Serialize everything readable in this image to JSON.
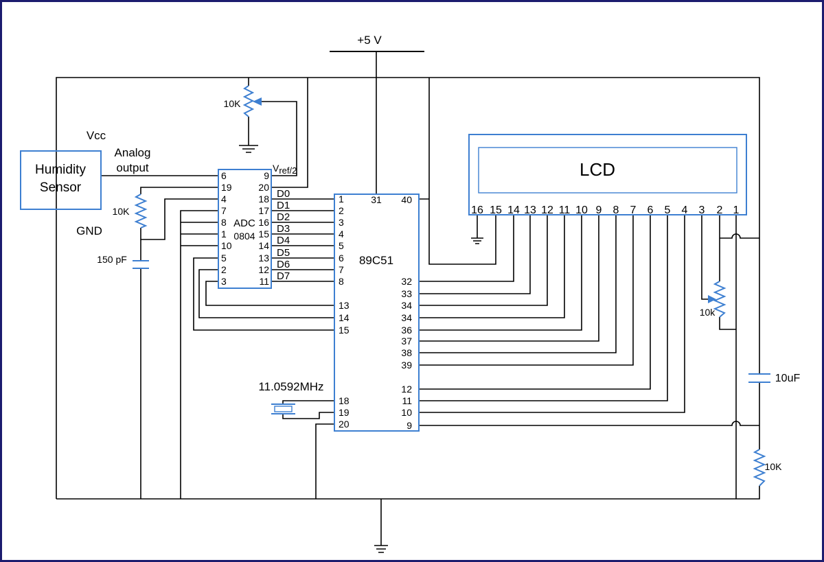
{
  "supply": {
    "label": "+5 V"
  },
  "pot_vref": {
    "label": "10K"
  },
  "sensor": {
    "name_line1": "Humidity",
    "name_line2": "Sensor",
    "vcc_label": "Vcc",
    "output_line1": "Analog",
    "output_line2": "output",
    "gnd_label": "GND"
  },
  "clock_resistor": {
    "label": "10K"
  },
  "clock_capacitor": {
    "label": "150 pF"
  },
  "adc": {
    "name": "ADC",
    "part": "0804",
    "left_pins": [
      "6",
      "19",
      "4",
      "7",
      "8",
      "1",
      "10",
      "5",
      "2",
      "3"
    ],
    "right_pins": [
      "9",
      "20",
      "18",
      "17",
      "16",
      "15",
      "14",
      "13",
      "12",
      "11"
    ],
    "vref_main": "V",
    "vref_sub": "ref/2",
    "data_lines": [
      "D0",
      "D1",
      "D2",
      "D3",
      "D4",
      "D5",
      "D6",
      "D7"
    ]
  },
  "mcu": {
    "name": "89C51",
    "top_pins": [
      "31",
      "40"
    ],
    "left_pins": [
      "1",
      "2",
      "3",
      "4",
      "5",
      "6",
      "7",
      "8",
      "13",
      "14",
      "15",
      "18",
      "19",
      "20"
    ],
    "right_pins": [
      "32",
      "33",
      "34",
      "34",
      "36",
      "37",
      "38",
      "39",
      "12",
      "11",
      "10",
      "9"
    ]
  },
  "crystal": {
    "label": "11.0592MHz"
  },
  "lcd": {
    "label": "LCD",
    "pins": [
      "16",
      "15",
      "14",
      "13",
      "12",
      "11",
      "10",
      "9",
      "8",
      "7",
      "6",
      "5",
      "4",
      "3",
      "2",
      "1"
    ]
  },
  "contrast_pot": {
    "label": "10k"
  },
  "reset_capacitor": {
    "label": "10uF"
  },
  "reset_resistor": {
    "label": "10K"
  },
  "colors": {
    "component": "#3d7fd1",
    "wire": "#000000",
    "frame": "#1c1c6e"
  }
}
